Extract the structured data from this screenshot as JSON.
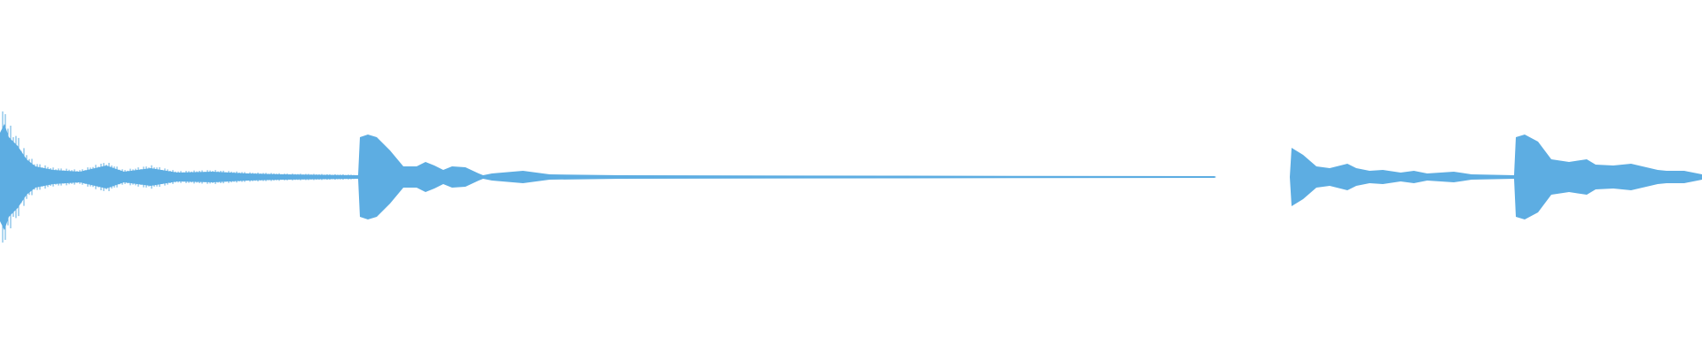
{
  "waveform": {
    "type": "audio-waveform",
    "color": "#5dade2",
    "background": "#ffffff",
    "segments": [
      "onset-1",
      "onset-2",
      "silence",
      "onset-3",
      "onset-4"
    ]
  }
}
